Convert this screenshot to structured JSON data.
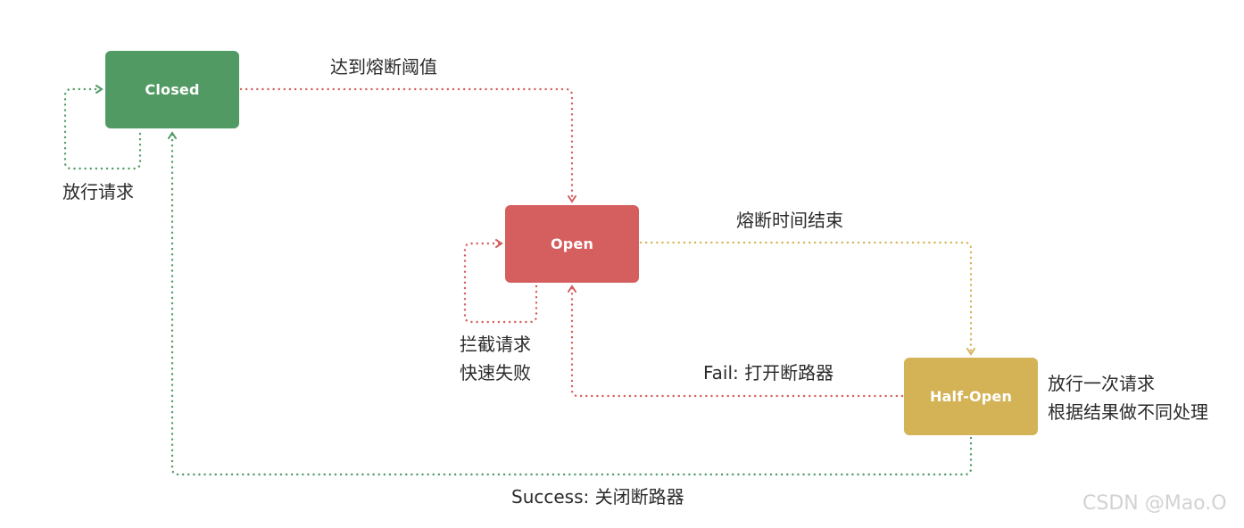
{
  "states": {
    "closed": {
      "label": "Closed",
      "color": "#519a63"
    },
    "open": {
      "label": "Open",
      "color": "#d55e5e"
    },
    "half_open": {
      "label": "Half-Open",
      "color": "#d4b357"
    }
  },
  "transitions": {
    "closed_to_open": "达到熔断阈值",
    "closed_self": "放行请求",
    "open_to_half_open": "熔断时间结束",
    "open_self_line1": "拦截请求",
    "open_self_line2": "快速失败",
    "half_open_to_open": "Fail: 打开断路器",
    "half_open_to_closed": "Success: 关闭断路器"
  },
  "notes": {
    "half_open_line1": "放行一次请求",
    "half_open_line2": "根据结果做不同处理"
  },
  "watermark": "CSDN @Mao.O",
  "colors": {
    "green": "#519a63",
    "red": "#d55e5e",
    "yellow": "#d4b357"
  }
}
